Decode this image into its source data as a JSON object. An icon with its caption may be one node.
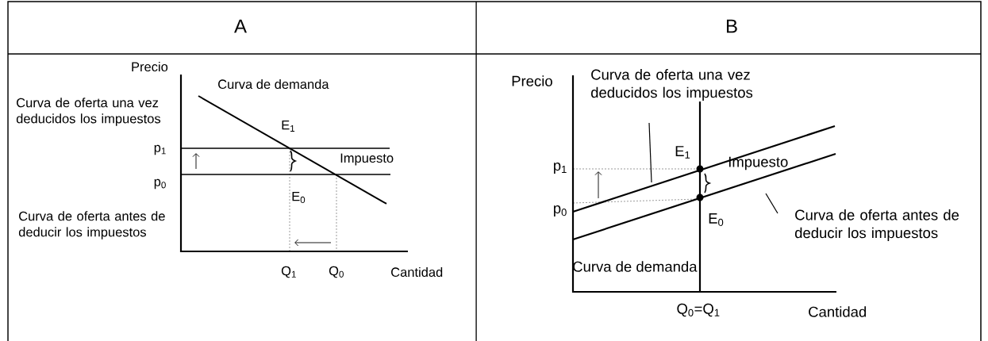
{
  "diagram": {
    "labels": [
      "A",
      "B",
      "Precio",
      "Curva de demanda",
      "Curva de oferta una vez deducidos los impuestos",
      "E$_{1}$",
      "p$_{1}$",
      "Impuesto",
      "p$_{0}$",
      "E$_{0}$",
      "Curva de oferta antes de deducir los impuestos",
      "Q$_{1}$",
      "Q$_{0}$",
      "Cantidad",
      "Precio",
      "Curva de oferta una vez deducidos los impuestos",
      "E$_{1}$",
      "p$_{1}$",
      "Impuesto",
      "p$_{0}$",
      "E$_{0}$",
      "Curva de oferta antes de deducir los impuestos",
      "Curva de demanda",
      "Q$_{0}$=Q$_{1}$",
      "Cantidad"
    ]
  }
}
